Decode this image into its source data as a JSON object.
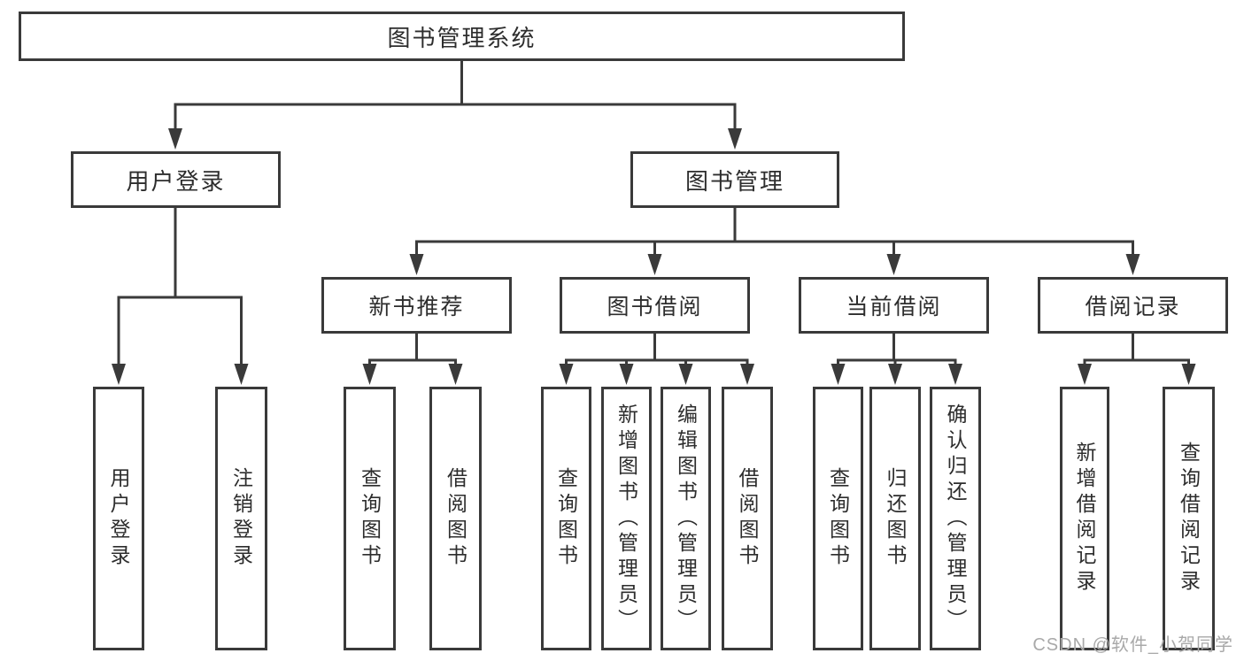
{
  "tree": {
    "root": "图书管理系统",
    "login": {
      "label": "用户登录",
      "children": [
        "用户登录",
        "注销登录"
      ]
    },
    "mgmt": {
      "label": "图书管理",
      "sections": [
        {
          "label": "新书推荐",
          "children": [
            "查询图书",
            "借阅图书"
          ]
        },
        {
          "label": "图书借阅",
          "children": [
            "查询图书",
            "新增图书（管理员）",
            "编辑图书（管理员）",
            "借阅图书"
          ]
        },
        {
          "label": "当前借阅",
          "children": [
            "查询图书",
            "归还图书",
            "确认归还（管理员）"
          ]
        },
        {
          "label": "借阅记录",
          "children": [
            "新增借阅记录",
            "查询借阅记录"
          ]
        }
      ]
    }
  },
  "watermark": {
    "text": "CSDN @软件_小贺同学"
  },
  "colors": {
    "line": "#3a3a3a",
    "text": "#2d2d2d",
    "watermark": "#a9a9a9",
    "background": "#ffffff"
  }
}
